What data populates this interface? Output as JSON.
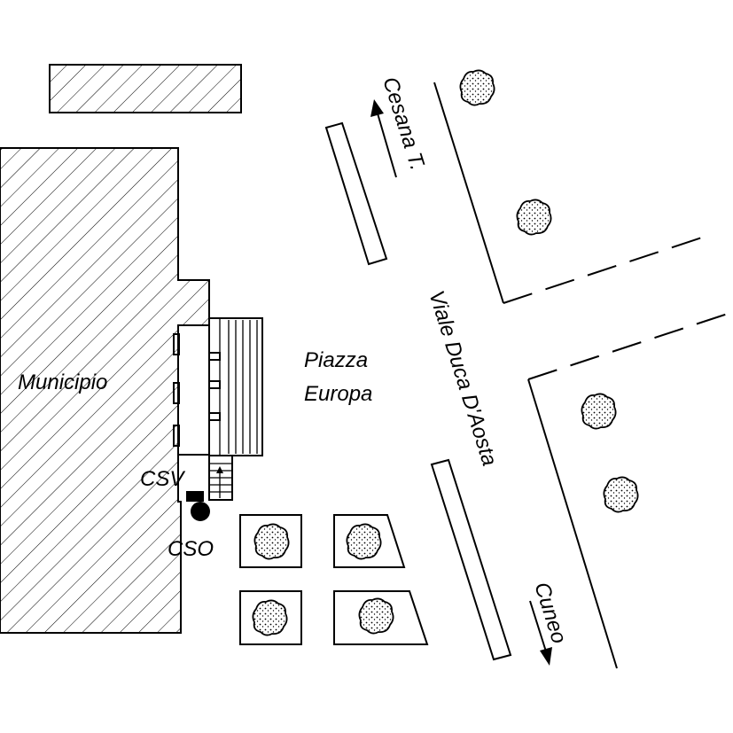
{
  "labels": {
    "municipio": "Municipio",
    "piazza_line1": "Piazza",
    "piazza_line2": "Europa",
    "viale": "Viale Duca D'Aosta",
    "cesana": "Cesana T.",
    "cuneo": "Cuneo",
    "csv": "CSV",
    "cso": "CSO"
  }
}
